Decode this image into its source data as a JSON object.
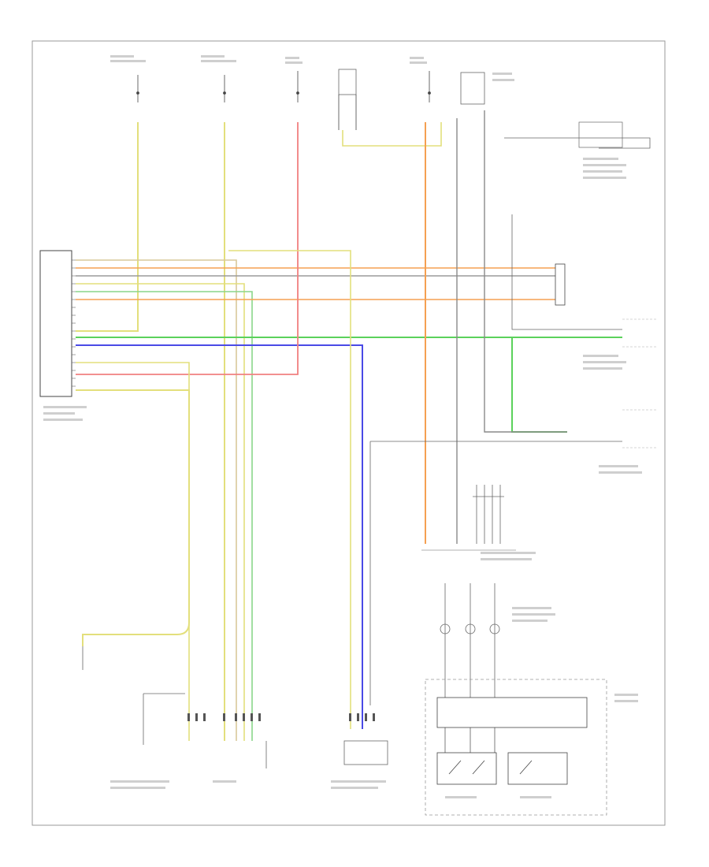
{
  "diagram": {
    "footer_code": "",
    "colors": {
      "yellow": "#e3df7c",
      "green": "#5bd25b",
      "blue": "#4a4ae6",
      "red": "#f08080",
      "orange": "#f5a052",
      "gray": "#8a8a8a",
      "black": "#222222"
    },
    "components": [
      {
        "id": "tcm",
        "label": ""
      },
      {
        "id": "ecm",
        "label": ""
      },
      {
        "id": "sls",
        "label": ""
      },
      {
        "id": "wdm",
        "label": ""
      },
      {
        "id": "tsl",
        "label": ""
      },
      {
        "id": "trs",
        "label": ""
      },
      {
        "id": "bms",
        "label": ""
      },
      {
        "id": "dls",
        "label": ""
      },
      {
        "id": "sbs",
        "label": ""
      },
      {
        "id": "sws",
        "label": ""
      },
      {
        "id": "msb",
        "label": ""
      }
    ]
  }
}
